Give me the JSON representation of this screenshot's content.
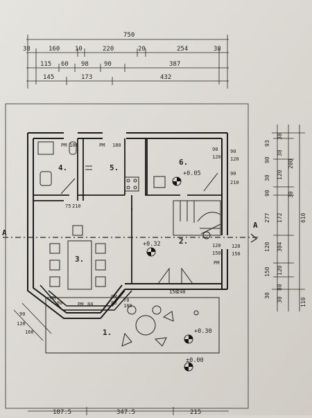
{
  "dimensions": {
    "top_row1": [
      "750"
    ],
    "top_row2": [
      "38",
      "160",
      "10",
      "220",
      "20",
      "254",
      "38"
    ],
    "top_row3": [
      "115",
      "60",
      "98",
      "90",
      "387"
    ],
    "top_row4": [
      "145",
      "173",
      "432"
    ],
    "bottom_row": [
      "187.5",
      "347.5",
      "215"
    ],
    "right_col1": [
      "93",
      "90",
      "30",
      "90",
      "277",
      "120",
      "150",
      "30"
    ],
    "right_col2": [
      "38",
      "38",
      "120",
      "172",
      "304",
      "120",
      "80",
      "30"
    ],
    "right_col3": [
      "200",
      "30",
      "610",
      "110"
    ],
    "diag": [
      "90",
      "120",
      "160"
    ]
  },
  "rooms": {
    "r1": "1.",
    "r2": "2.",
    "r3": "3.",
    "r4": "4.",
    "r5": "5.",
    "r6": "6."
  },
  "levels": {
    "l1": "+0.05",
    "l2": "+0.32",
    "l3": "+0.30",
    "l4": "±0.00"
  },
  "openings": {
    "pm_toilet": "PM",
    "d_toilet": "180",
    "pm_kitchen": "PM",
    "d_kitchen": "180",
    "w6a": "90",
    "w6b": "120",
    "w6c": "90",
    "w6d": "210",
    "door4a": "75",
    "door4b": "210",
    "w2a": "120",
    "w2b": "150",
    "pm2": "PM",
    "door_ent_a": "150",
    "door_ent_b": "240",
    "pm_bay1": "PM",
    "bay1": "80",
    "pm_bay2": "PM",
    "bay2": "80",
    "pm_bay3": "PM",
    "bay3": "80",
    "w_bay_a": "70",
    "w_bay_b": "180"
  },
  "section_marks": {
    "left": "A",
    "right": "A"
  }
}
